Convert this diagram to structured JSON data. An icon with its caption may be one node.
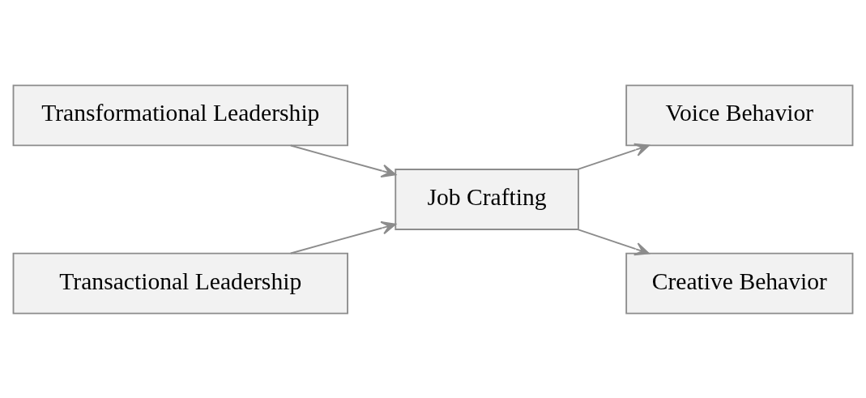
{
  "diagram": {
    "nodes": [
      {
        "text": [
          "Transformational Leadership"
        ]
      },
      {
        "text": [
          "Transactional Leadership"
        ]
      },
      {
        "text": [
          "Job Crafting"
        ]
      },
      {
        "text": [
          "Voice Behavior"
        ]
      },
      {
        "text": [
          "Creative Behavior"
        ]
      }
    ],
    "edges": [
      {
        "from": 0,
        "to": 2,
        "arrow": "to"
      },
      {
        "from": 1,
        "to": 2,
        "arrow": "to"
      },
      {
        "from": 2,
        "to": 3,
        "arrow": "to"
      },
      {
        "from": 2,
        "to": 4,
        "arrow": "to"
      }
    ]
  }
}
